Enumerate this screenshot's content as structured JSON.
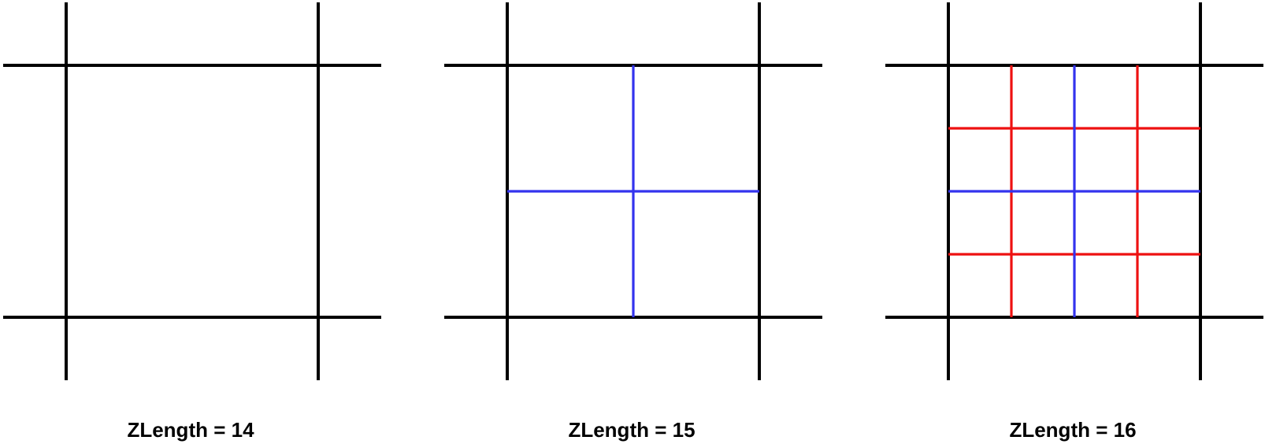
{
  "colors": {
    "primary": "#000000",
    "level1": "#3333ee",
    "level2": "#ee1111"
  },
  "panels": [
    {
      "caption": "ZLength = 14",
      "subdivision_levels": 0
    },
    {
      "caption": "ZLength = 15",
      "subdivision_levels": 1
    },
    {
      "caption": "ZLength = 16",
      "subdivision_levels": 2
    }
  ]
}
